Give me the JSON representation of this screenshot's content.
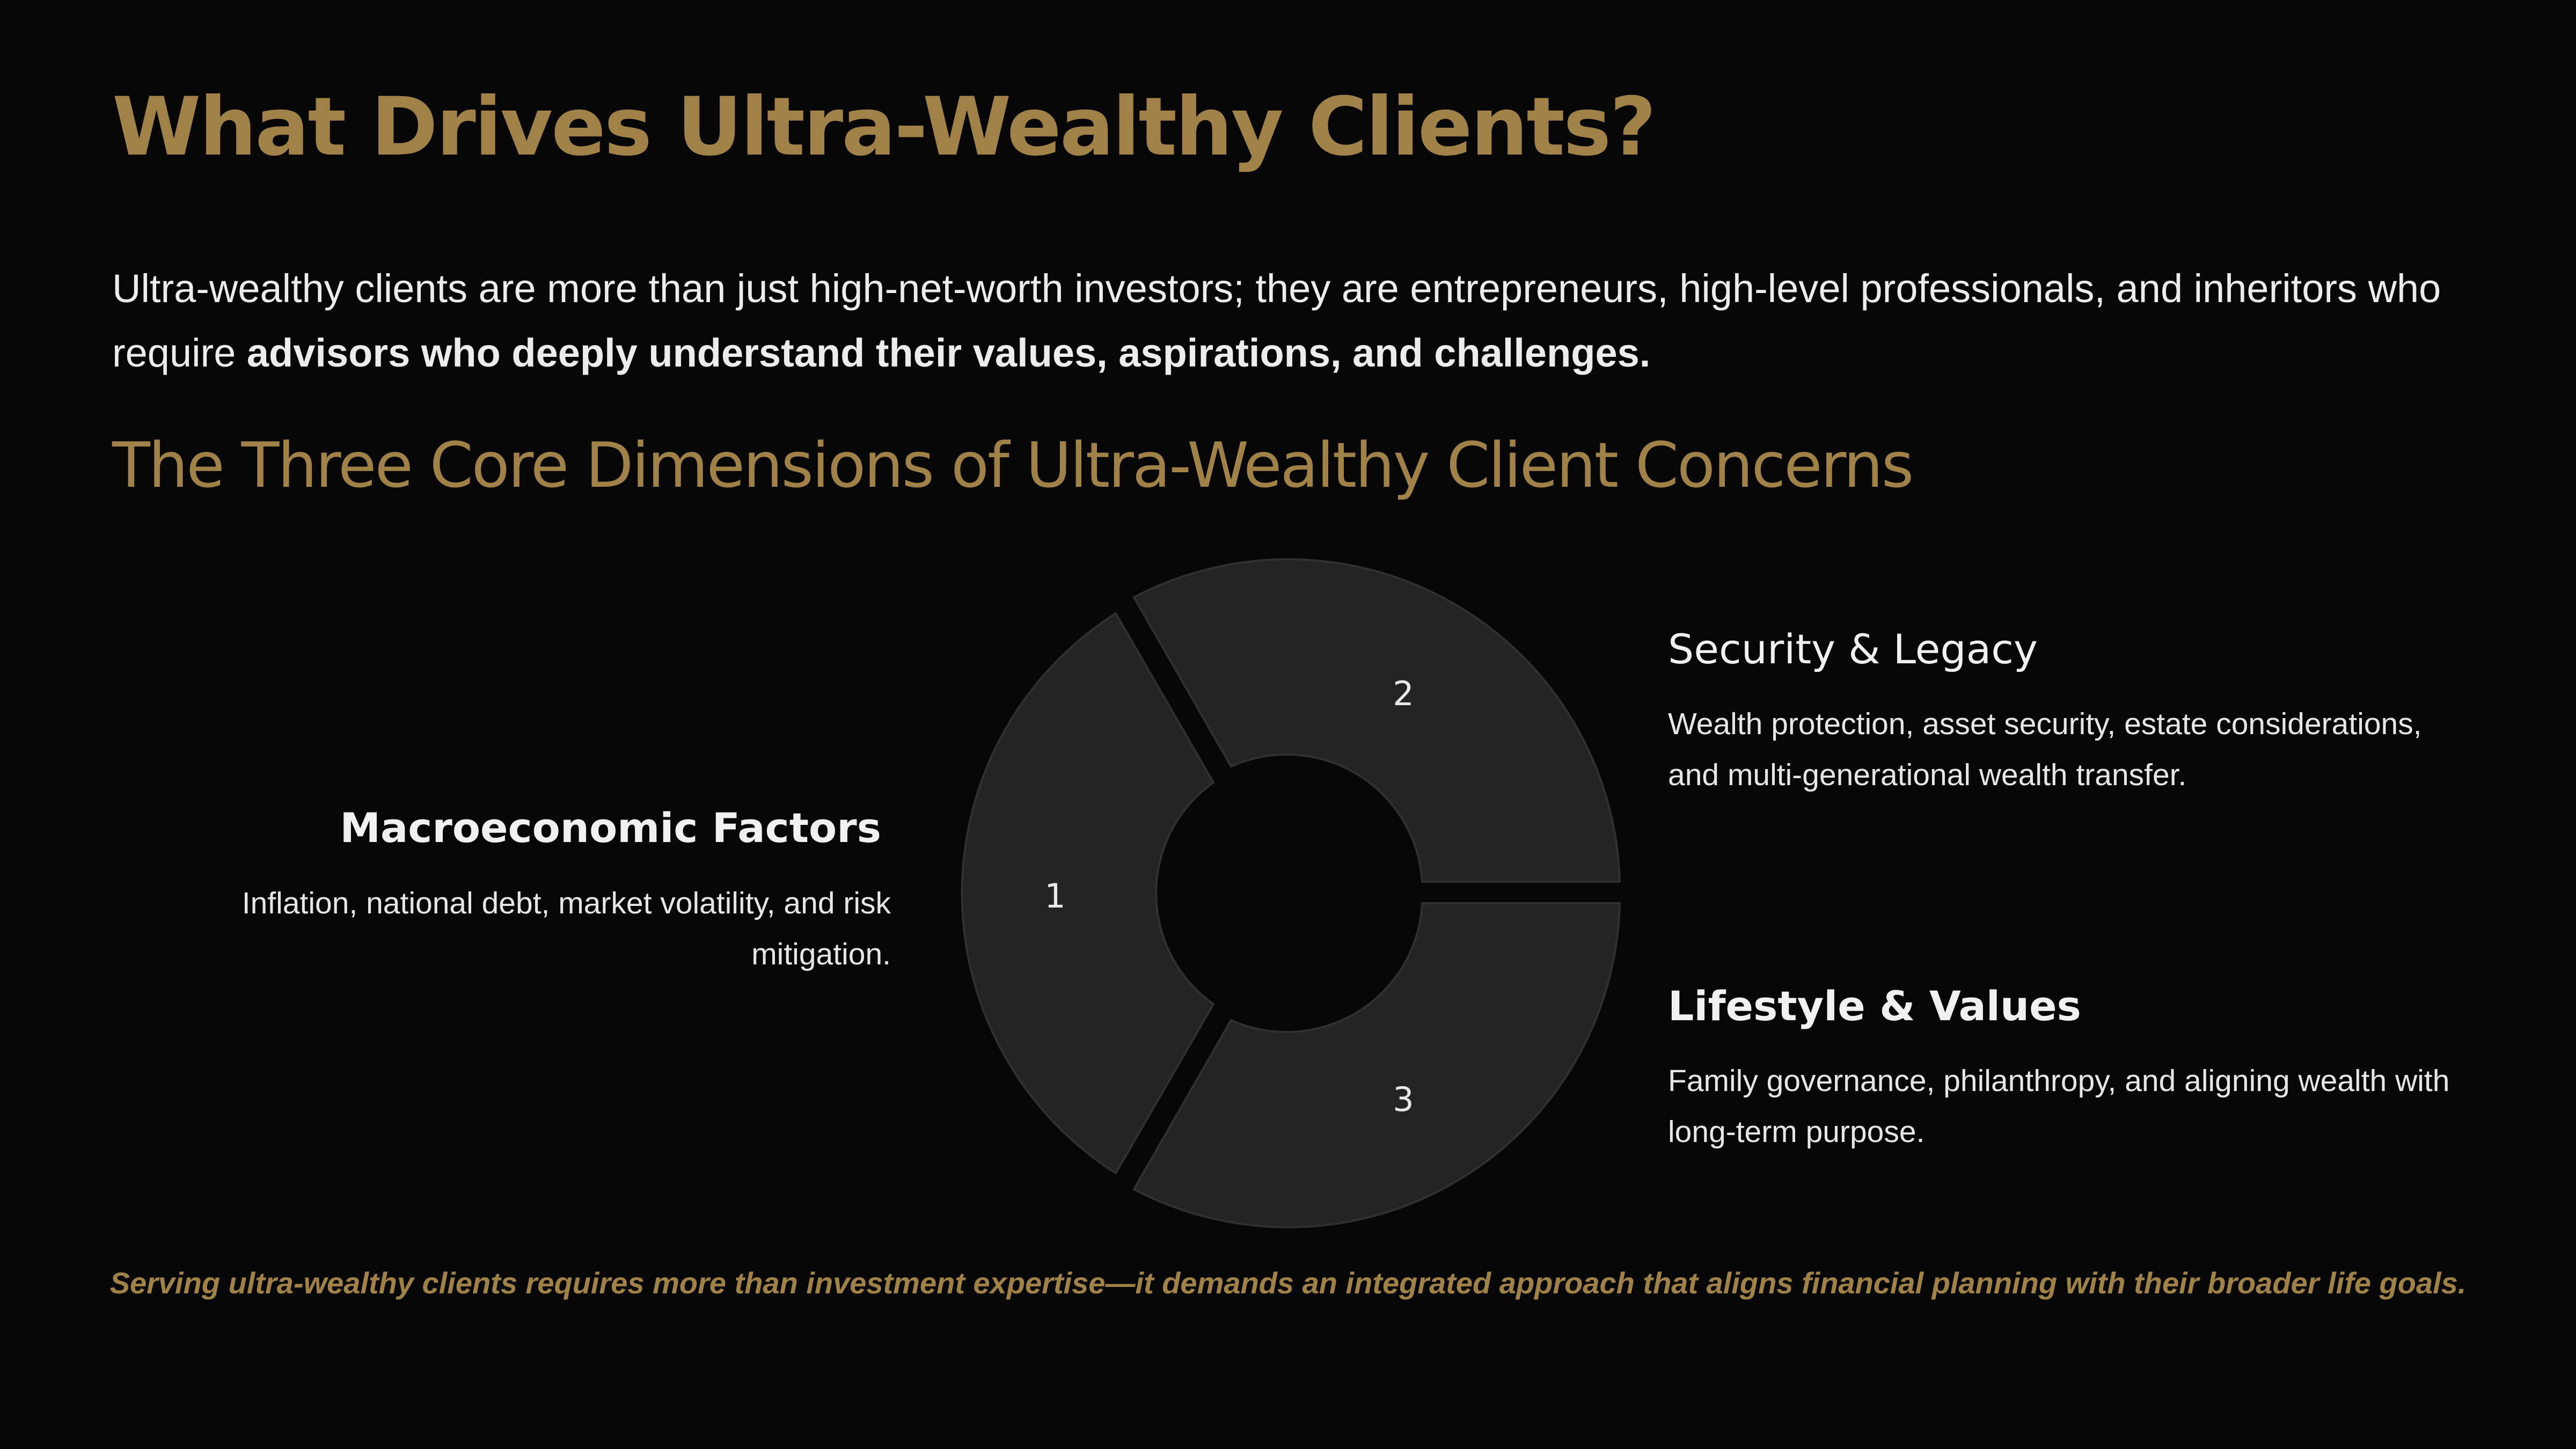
{
  "title": "What Drives Ultra-Wealthy Clients?",
  "intro": {
    "text_plain": "Ultra-wealthy clients are more than just high-net-worth investors; they are entrepreneurs, high-level professionals, and inheritors who require ",
    "text_bold": "advisors who deeply understand their values, aspirations, and challenges."
  },
  "subtitle": "The Three Core Dimensions of Ultra-Wealthy Client Concerns",
  "diagram": {
    "segments": [
      {
        "number": "1",
        "heading": "Macroeconomic Factors",
        "description": "Inflation, national debt, market volatility, and risk mitigation."
      },
      {
        "number": "2",
        "heading": "Security & Legacy",
        "description": "Wealth protection, asset security, estate considerations, and multi-generational wealth transfer."
      },
      {
        "number": "3",
        "heading": "Lifestyle & Values",
        "description": "Family governance, philanthropy, and aligning wealth with long-term purpose."
      }
    ]
  },
  "footer": "Serving ultra-wealthy clients requires more than investment expertise—it demands an integrated approach that aligns financial planning with their broader life goals.",
  "colors": {
    "background": "#070707",
    "accent_gold": "#a08148",
    "segment_fill": "#242424",
    "text": "#ececec"
  }
}
